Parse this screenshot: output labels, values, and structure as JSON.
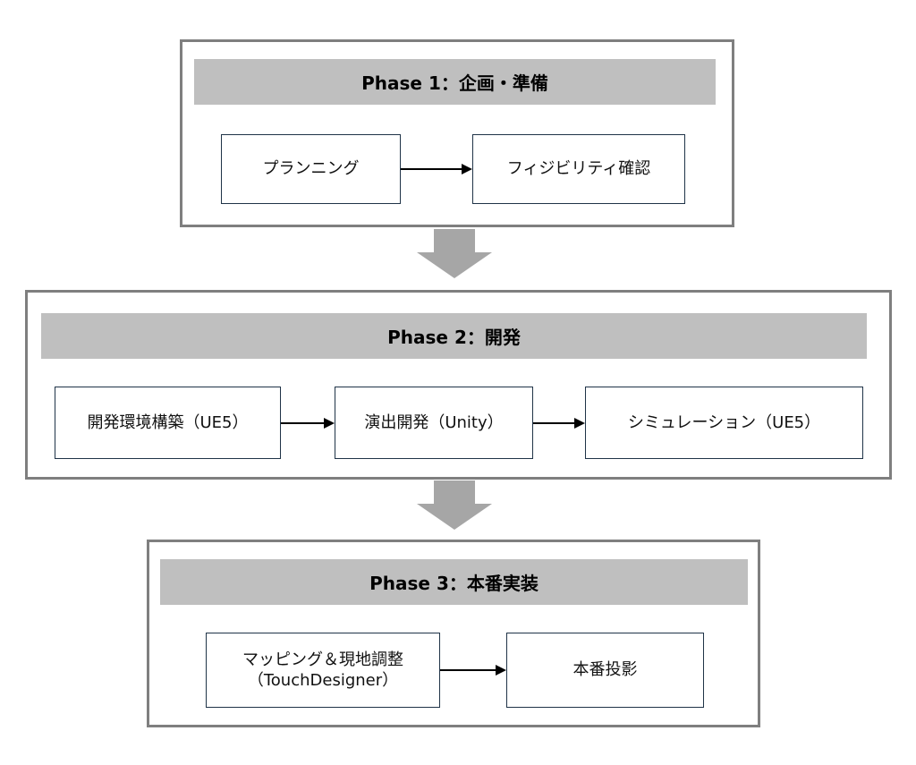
{
  "colors": {
    "frame_border": "#7f7f7f",
    "header_fill": "#bfbfbf",
    "box_border": "#1f3347",
    "arrow": "#000000",
    "down_arrow": "#a6a6a6"
  },
  "phase1": {
    "title": "Phase 1：企画・準備",
    "steps": [
      {
        "label": "プランニング"
      },
      {
        "label": "フィジビリティ確認"
      }
    ]
  },
  "phase2": {
    "title": "Phase 2：開発",
    "steps": [
      {
        "label": "開発環境構築（UE5）"
      },
      {
        "label": "演出開発（Unity）"
      },
      {
        "label": "シミュレーション（UE5）"
      }
    ]
  },
  "phase3": {
    "title": "Phase 3：本番実装",
    "steps": [
      {
        "line1": "マッピング＆現地調整",
        "line2": "（TouchDesigner）"
      },
      {
        "label": "本番投影"
      }
    ]
  }
}
